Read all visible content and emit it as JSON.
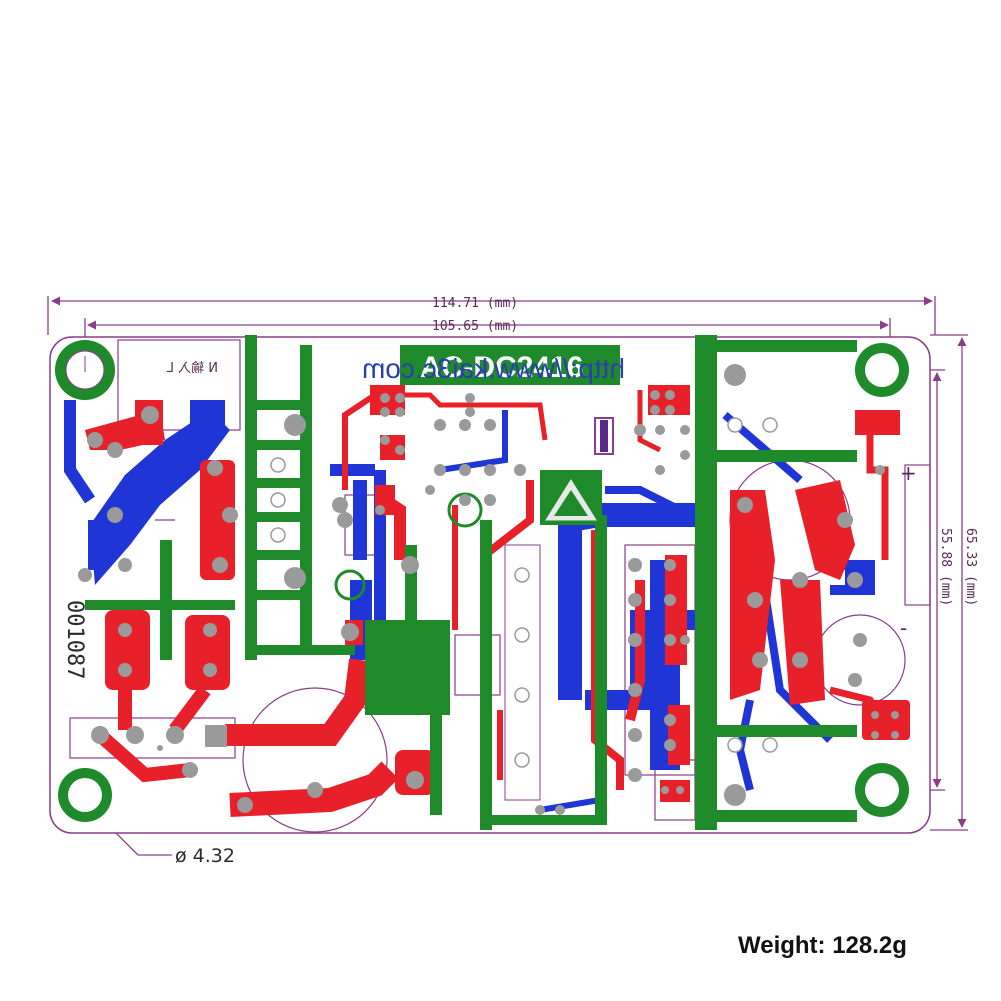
{
  "dimensions": {
    "outer_width": "114.71 (mm)",
    "inner_width": "105.65 (mm)",
    "inner_height": "55.88 (mm)",
    "outer_height": "65.33 (mm)",
    "hole_diameter": "ø 4.32"
  },
  "board": {
    "model": "AC-DC2416",
    "url": "http://www.kai3c.com",
    "part_code": "001087",
    "input_label": "N 输入 L",
    "output_plus": "+",
    "output_minus": "-"
  },
  "weight": "Weight: 128.2g",
  "colors": {
    "copper_top": "#e8202a",
    "copper_bottom": "#1f35d6",
    "silk_green": "#1e8a2a",
    "outline": "#8a3d8a",
    "pad_gray": "#9a9a9a"
  }
}
